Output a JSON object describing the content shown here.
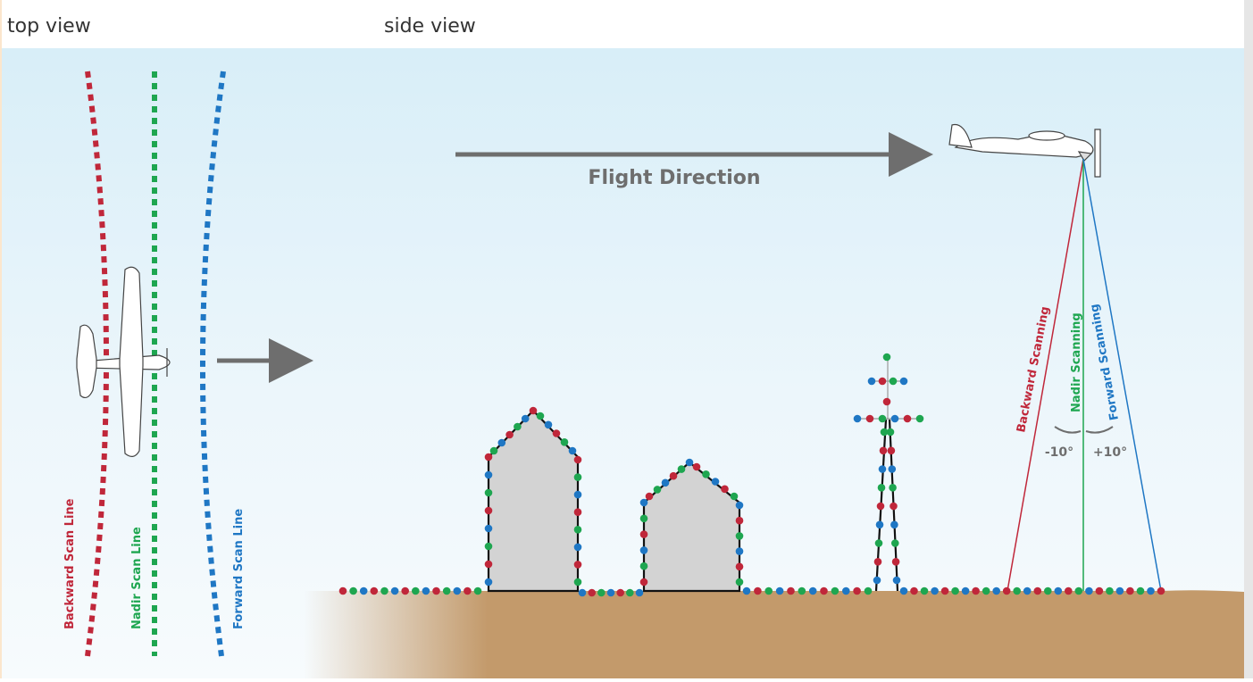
{
  "top_view": {
    "title": "top view",
    "scan_lines": [
      {
        "label": "Backward Scan Line",
        "color": "#c0273a"
      },
      {
        "label": "Nadir Scan Line",
        "color": "#1ea650"
      },
      {
        "label": "Forward Scan Line",
        "color": "#1f77c4"
      }
    ]
  },
  "side_view": {
    "title": "side view",
    "flight_direction": "Flight Direction",
    "scanning": {
      "backward": "Backward Scanning",
      "nadir": "Nadir Scanning",
      "forward": "Forward Scanning",
      "angle_left": "-10°",
      "angle_right": "+10°"
    }
  },
  "colors": {
    "backward": "#c0273a",
    "nadir": "#1ea650",
    "forward": "#1f77c4",
    "ground": "#c39a6b",
    "building": "#d3d3d3",
    "arrow": "#6e6e6e",
    "frame": "#f9e3c9"
  }
}
